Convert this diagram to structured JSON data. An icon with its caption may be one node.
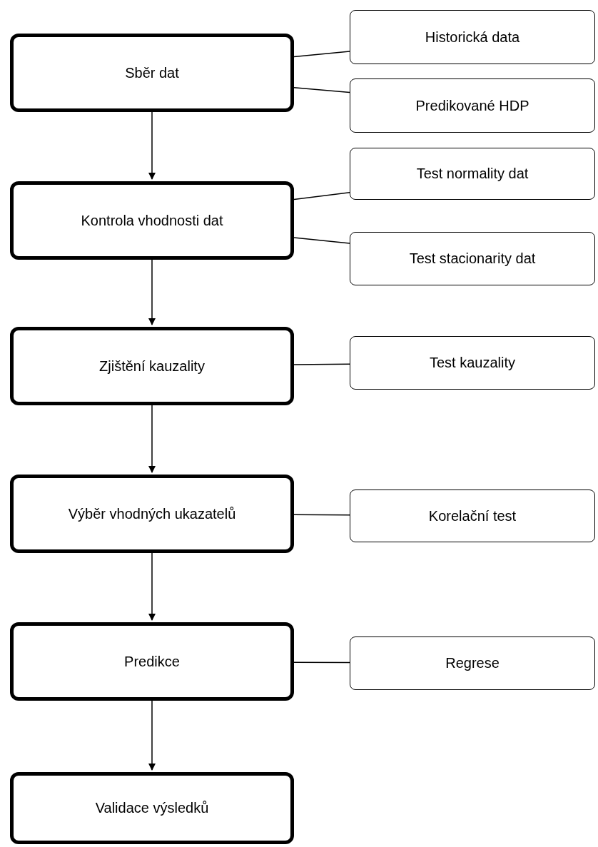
{
  "diagram": {
    "nodes": [
      {
        "text": [
          "Sběr dat"
        ]
      },
      {
        "text": [
          "Historická data"
        ]
      },
      {
        "text": [
          "Predikované HDP"
        ]
      },
      {
        "text": [
          "Kontrola vhodnosti dat"
        ]
      },
      {
        "text": [
          "Test normality dat"
        ]
      },
      {
        "text": [
          "Test stacionarity dat"
        ]
      },
      {
        "text": [
          "Zjištění kauzality"
        ]
      },
      {
        "text": [
          "Test kauzality"
        ]
      },
      {
        "text": [
          "Výběr vhodných ukazatelů"
        ]
      },
      {
        "text": [
          "Korelační test"
        ]
      },
      {
        "text": [
          "Predikce"
        ]
      },
      {
        "text": [
          "Regrese"
        ]
      },
      {
        "text": [
          "Validace výsledků"
        ]
      }
    ],
    "edges": [
      {
        "from": 0,
        "to": 3,
        "arrow": "to"
      },
      {
        "from": 3,
        "to": 6,
        "arrow": "to"
      },
      {
        "from": 6,
        "to": 8,
        "arrow": "to"
      },
      {
        "from": 8,
        "to": 10,
        "arrow": "to"
      },
      {
        "from": 10,
        "to": 12,
        "arrow": "to"
      },
      {
        "from": 0,
        "to": 1,
        "arrow": "none"
      },
      {
        "from": 0,
        "to": 2,
        "arrow": "none"
      },
      {
        "from": 3,
        "to": 4,
        "arrow": "none"
      },
      {
        "from": 3,
        "to": 5,
        "arrow": "none"
      },
      {
        "from": 6,
        "to": 7,
        "arrow": "none"
      },
      {
        "from": 8,
        "to": 9,
        "arrow": "none"
      },
      {
        "from": 10,
        "to": 11,
        "arrow": "none"
      }
    ]
  }
}
